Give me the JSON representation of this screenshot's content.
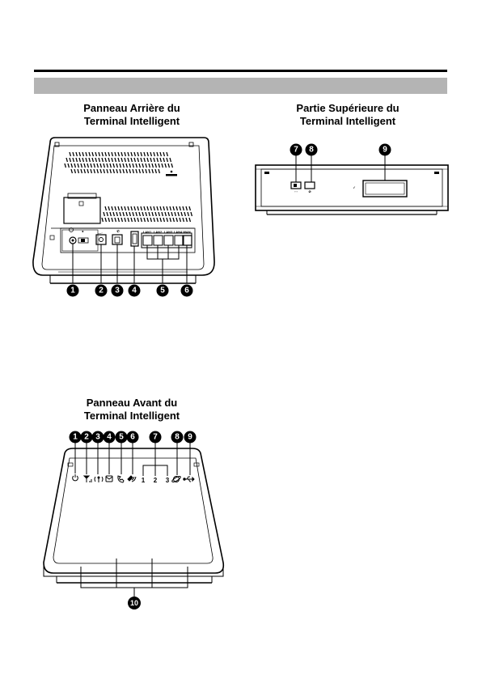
{
  "sections": {
    "rear": {
      "title_line1": "Panneau Arrière du",
      "title_line2": "Terminal Intelligent"
    },
    "top": {
      "title_line1": "Partie Supérieure du",
      "title_line2": "Terminal Intelligent"
    },
    "front": {
      "title_line1": "Panneau Avant du",
      "title_line2": "Terminal Intelligent"
    }
  },
  "rear_callouts": [
    "1",
    "2",
    "3",
    "4",
    "5",
    "6"
  ],
  "rear_port_labels": [
    "LAN1",
    "LAN2",
    "LAN3",
    "LAN4",
    "WAN"
  ],
  "top_callouts": [
    "7",
    "8",
    "9"
  ],
  "front_callouts": [
    "1",
    "2",
    "3",
    "4",
    "5",
    "6",
    "7",
    "8",
    "9",
    "10"
  ],
  "front_lan_numbers": [
    "1",
    "2",
    "3"
  ],
  "icons": {
    "power": "power-icon",
    "signal": "signal-icon",
    "wifi": "wifi-icon",
    "message": "envelope-icon",
    "phone": "phone-icon",
    "voip": "voip-icon",
    "internet": "globe-icon",
    "usb": "usb-icon"
  }
}
